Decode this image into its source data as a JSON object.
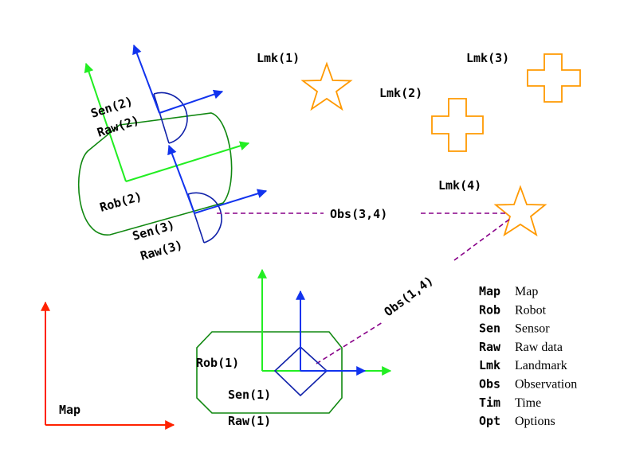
{
  "labels": {
    "lmk1": "Lmk(1)",
    "lmk2": "Lmk(2)",
    "lmk3": "Lmk(3)",
    "lmk4": "Lmk(4)",
    "sen2": "Sen(2)",
    "raw2": "Raw(2)",
    "rob2": "Rob(2)",
    "sen3": "Sen(3)",
    "raw3": "Raw(3)",
    "obs34": "Obs(3,4)",
    "obs14": "Obs(1,4)",
    "rob1": "Rob(1)",
    "sen1": "Sen(1)",
    "raw1": "Raw(1)",
    "map": "Map"
  },
  "legend": [
    {
      "abbr": "Map",
      "text": "Map"
    },
    {
      "abbr": "Rob",
      "text": "Robot"
    },
    {
      "abbr": "Sen",
      "text": "Sensor"
    },
    {
      "abbr": "Raw",
      "text": "Raw data"
    },
    {
      "abbr": "Lmk",
      "text": "Landmark"
    },
    {
      "abbr": "Obs",
      "text": "Observation"
    },
    {
      "abbr": "Tim",
      "text": "Time"
    },
    {
      "abbr": "Opt",
      "text": "Options"
    }
  ],
  "colors": {
    "map_frame": "#ff2200",
    "robot_frame": "#22ee22",
    "robot_body": "#118811",
    "sensor": "#1133ee",
    "sensor_body": "#1122aa",
    "landmark": "#ff9900",
    "observation": "#880088"
  }
}
